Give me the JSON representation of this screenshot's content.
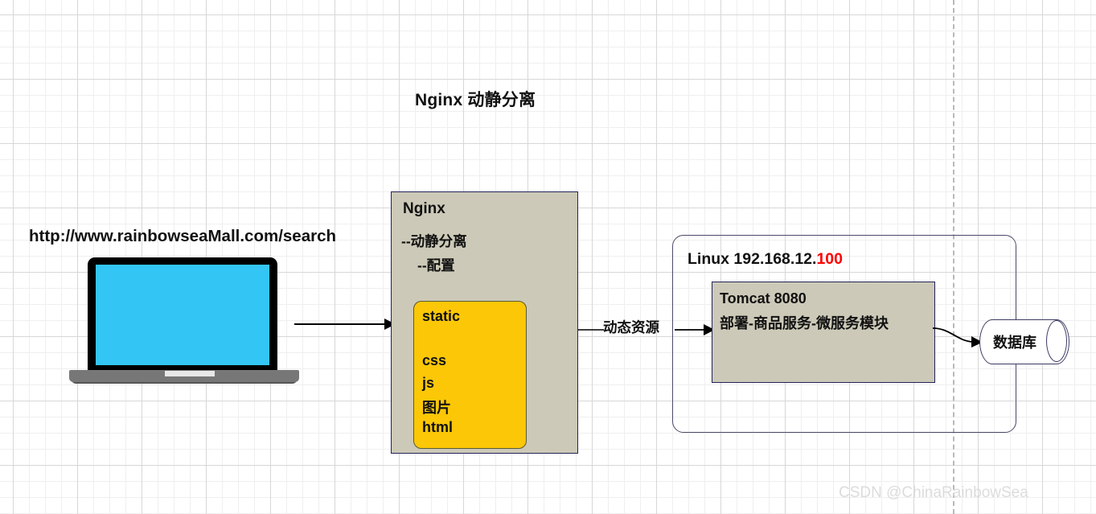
{
  "diagram": {
    "title": "Nginx 动静分离",
    "client": {
      "url_label": "http://www.rainbowseaMall.com/search",
      "device": "laptop"
    },
    "nginx": {
      "title": "Nginx",
      "notes": [
        "--动静分离",
        "--配置"
      ],
      "static_box": {
        "items": [
          "static",
          "css",
          "js",
          "图片",
          "html"
        ],
        "color": "#fbc707"
      },
      "box_color": "#ccc9b8"
    },
    "edges": {
      "client_to_nginx": "",
      "nginx_to_tomcat": "动态资源",
      "tomcat_to_db": ""
    },
    "linux": {
      "title_prefix": "Linux 192.168.12.",
      "ip_last_octet": "100",
      "ip_highlight_color": "#ff0000",
      "tomcat": {
        "line1": "Tomcat 8080",
        "line2": "部署-商品服务-微服务模块",
        "box_color": "#ccc9b8"
      }
    },
    "database": {
      "label": "数据库"
    }
  },
  "watermark": "CSDN @ChinaRainbowSea"
}
